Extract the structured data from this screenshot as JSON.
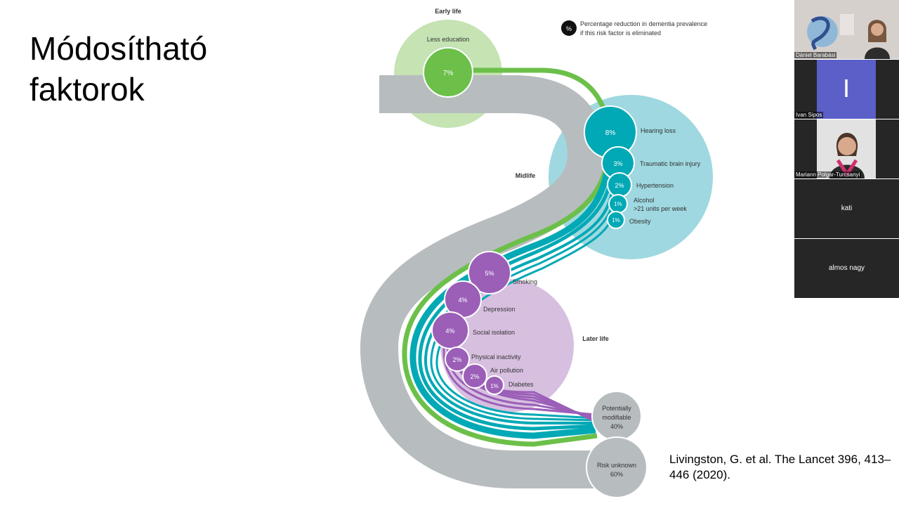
{
  "slide": {
    "title_line1": "Módosítható",
    "title_line2": "faktorok",
    "citation": "Livingston, G. et al. The Lancet 396, 413–446 (2020)."
  },
  "figure": {
    "legend_symbol": "%",
    "legend_line1": "Percentage reduction in dementia prevalence",
    "legend_line2": "if this risk factor is eliminated",
    "early_life": {
      "label": "Early life",
      "factors": [
        {
          "name": "Less education",
          "pct": "7%"
        }
      ]
    },
    "midlife": {
      "label": "Midlife",
      "factors": [
        {
          "name": "Hearing loss",
          "pct": "8%"
        },
        {
          "name": "Traumatic brain injury",
          "pct": "3%"
        },
        {
          "name": "Hypertension",
          "pct": "2%"
        },
        {
          "name": "Alcohol",
          "name2": ">21 units per week",
          "pct": "1%"
        },
        {
          "name": "Obesity",
          "pct": "1%"
        }
      ]
    },
    "later_life": {
      "label": "Later life",
      "factors": [
        {
          "name": "Smoking",
          "pct": "5%"
        },
        {
          "name": "Depression",
          "pct": "4%"
        },
        {
          "name": "Social isolation",
          "pct": "4%"
        },
        {
          "name": "Physical inactivity",
          "pct": "2%"
        },
        {
          "name": "Air pollution",
          "pct": "2%"
        },
        {
          "name": "Diabetes",
          "pct": "1%"
        }
      ]
    },
    "potentially_modifiable": {
      "line1": "Potentially",
      "line2": "modifiable",
      "pct": "40%"
    },
    "risk_unknown": {
      "line1": "Risk unknown",
      "pct": "60%"
    },
    "colors": {
      "early": "#6cc04a",
      "mid": "#00a9b5",
      "later": "#9b5fb8",
      "grey": "#b7bcbf"
    }
  },
  "participants": [
    {
      "name": "Dániel Barabási",
      "type": "video"
    },
    {
      "name": "Ivan Sipos",
      "type": "initial",
      "initial": "I"
    },
    {
      "name": "Mariann Polgar-Turcsanyi",
      "type": "video"
    },
    {
      "name": "kati",
      "type": "name-only"
    },
    {
      "name": "almos nagy",
      "type": "name-only"
    }
  ]
}
